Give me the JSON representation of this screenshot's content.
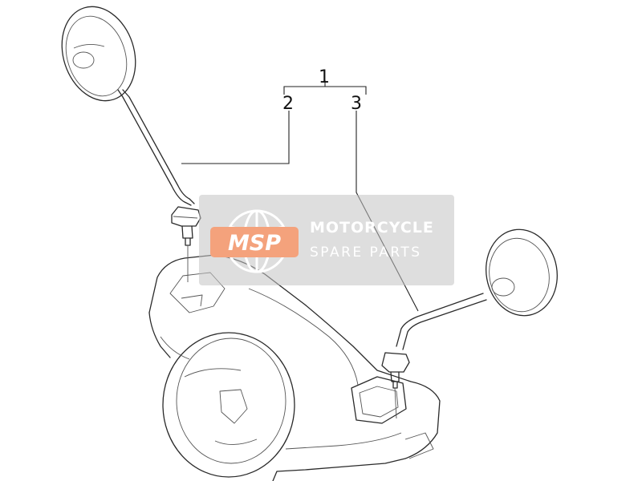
{
  "callouts": {
    "assembly": "1",
    "left_mirror": "2",
    "right_mirror": "3"
  },
  "watermark": {
    "logo_text": "MSP",
    "title": "MOTORCYCLE",
    "subtitle": "SPARE PARTS",
    "logo_color": "#f4a27c",
    "box_color": "#c8c8c8"
  }
}
